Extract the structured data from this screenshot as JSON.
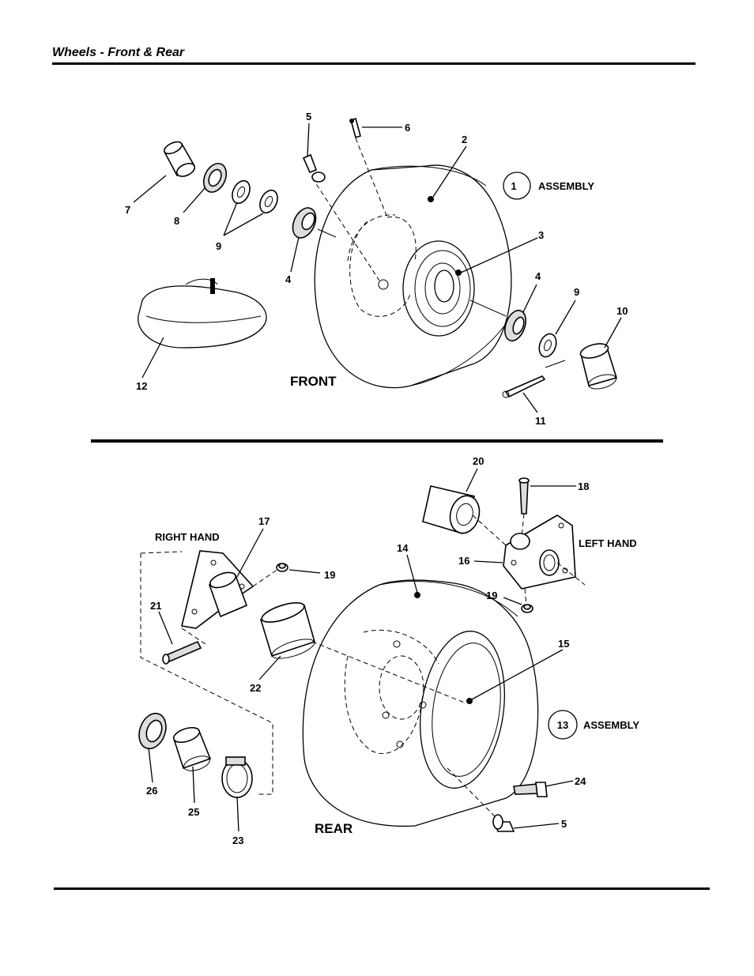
{
  "header": {
    "title": "Wheels - Front & Rear"
  },
  "front": {
    "section_label": "FRONT",
    "assembly_number": "1",
    "assembly_label": "ASSEMBLY",
    "callouts": [
      "5",
      "6",
      "2",
      "7",
      "8",
      "9",
      "4",
      "3",
      "4",
      "9",
      "10",
      "12",
      "11"
    ]
  },
  "rear": {
    "section_label": "REAR",
    "assembly_number": "13",
    "assembly_label": "ASSEMBLY",
    "right_hand_label": "RIGHT HAND",
    "left_hand_label": "LEFT HAND",
    "callouts": [
      "20",
      "18",
      "17",
      "14",
      "16",
      "19",
      "19",
      "21",
      "22",
      "15",
      "26",
      "25",
      "23",
      "24",
      "5"
    ]
  }
}
